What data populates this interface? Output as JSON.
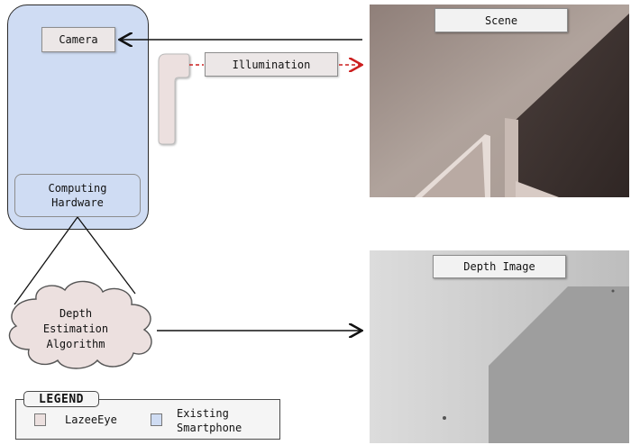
{
  "smartphone": {
    "camera_label": "Camera",
    "computing_label": "Computing\nHardware"
  },
  "illumination_label": "Illumination",
  "scene_label": "Scene",
  "depth_image_label": "Depth Image",
  "algorithm_label": "Depth\nEstimation\nAlgorithm",
  "legend": {
    "title": "LEGEND",
    "items": [
      {
        "label": "LazeeEye",
        "color": "#ece0df"
      },
      {
        "label": "Existing\nSmartphone",
        "color": "#cfdcf3"
      }
    ]
  },
  "colors": {
    "smartphone_fill": "#cfdcf3",
    "lazeeeye_fill": "#ece7e7",
    "laser_dash": "#cc1f1f",
    "arrow": "#111111"
  }
}
